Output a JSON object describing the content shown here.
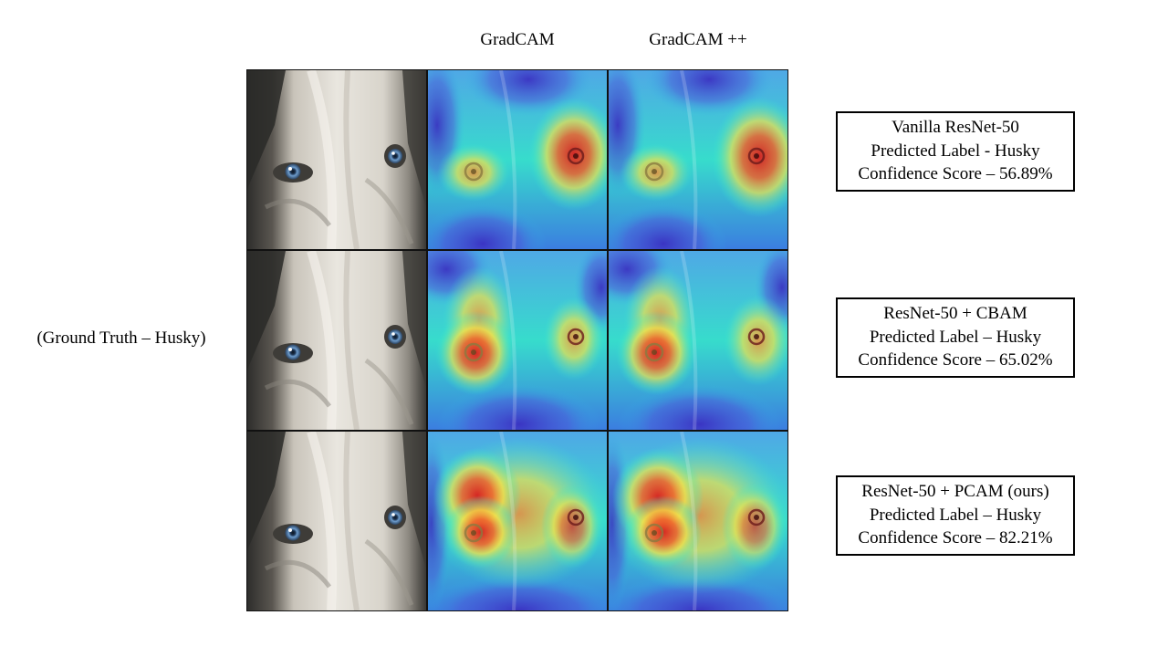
{
  "column_headers": [
    "GradCAM",
    "GradCAM ++"
  ],
  "ground_truth_label": "(Ground Truth – Husky)",
  "rows": [
    {
      "model": "Vanilla ResNet-50",
      "predicted": "Predicted Label - Husky",
      "confidence": "Confidence Score – 56.89%"
    },
    {
      "model": "ResNet-50 + CBAM",
      "predicted": "Predicted Label – Husky",
      "confidence": "Confidence Score – 65.02%"
    },
    {
      "model": "ResNet-50 + PCAM (ours)",
      "predicted": "Predicted Label – Husky",
      "confidence": "Confidence Score – 82.21%"
    }
  ],
  "colors": {
    "border": "#111111",
    "heat_hot": "#e8322a",
    "heat_warm": "#f0e040",
    "heat_mid": "#32e6d6",
    "heat_cold": "#3c30c0"
  }
}
